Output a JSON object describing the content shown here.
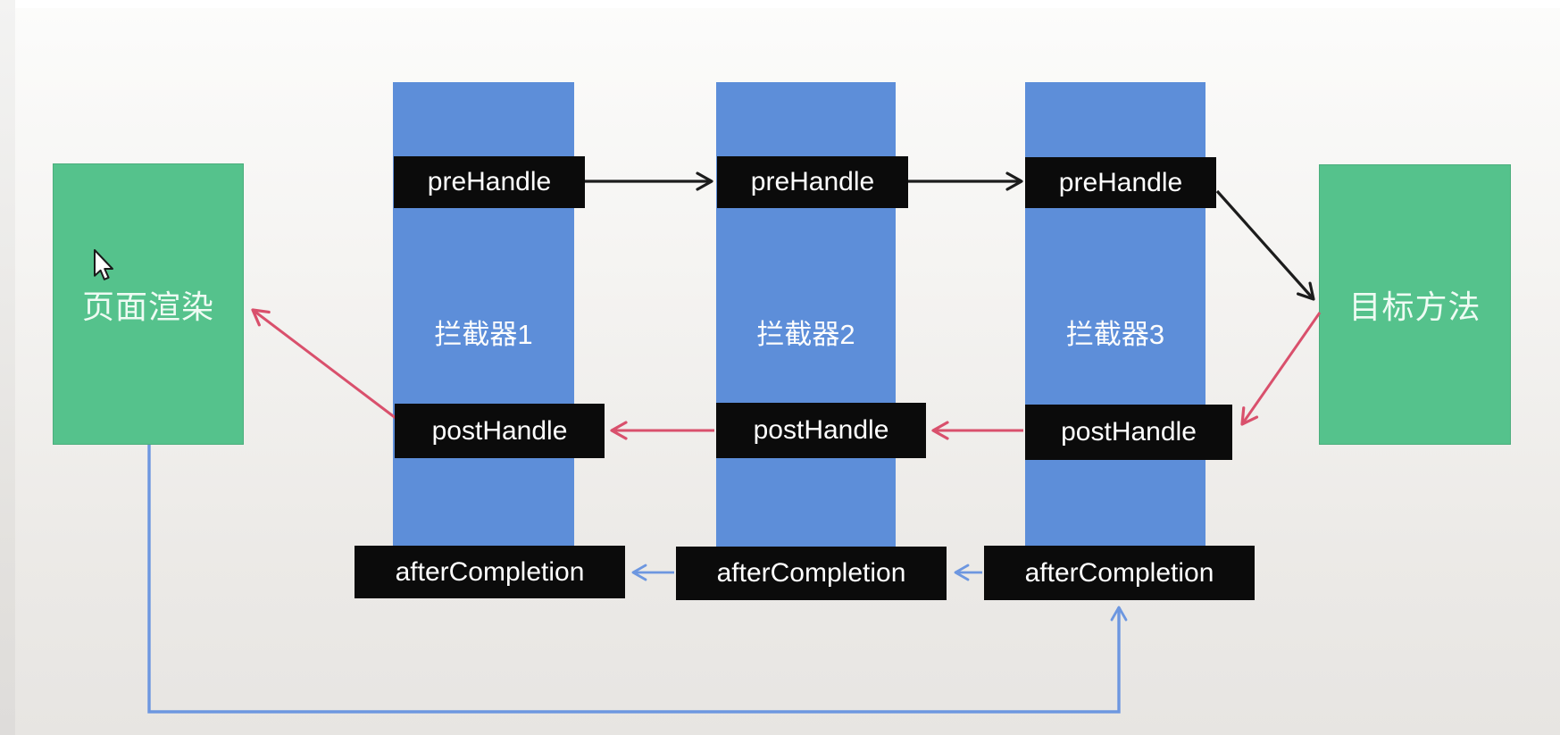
{
  "nodes": {
    "page_render": {
      "label": "页面渲染"
    },
    "target_method": {
      "label": "目标方法"
    }
  },
  "interceptors": [
    {
      "name": "拦截器1",
      "pre_label": "preHandle",
      "post_label": "postHandle",
      "after_label": "afterCompletion"
    },
    {
      "name": "拦截器2",
      "pre_label": "preHandle",
      "post_label": "postHandle",
      "after_label": "afterCompletion"
    },
    {
      "name": "拦截器3",
      "pre_label": "preHandle",
      "post_label": "postHandle",
      "after_label": "afterCompletion"
    }
  ],
  "colors": {
    "interceptor_bar": "#5d8ed9",
    "node_box": "#55c28c",
    "method_label_bg": "#0b0b0b",
    "method_label_text": "#ffffff",
    "request_arrow": "#1c1c1c",
    "posthandle_arrow": "#d9506c",
    "aftercompletion_arrow": "#6d97e0"
  }
}
